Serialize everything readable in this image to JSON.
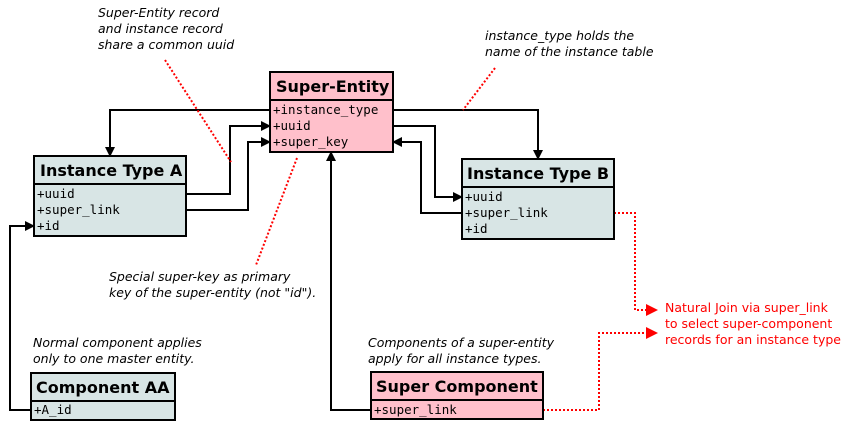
{
  "entities": {
    "super_entity": {
      "title": "Super-Entity",
      "attrs": [
        "+instance_type",
        "+uuid",
        "+super_key"
      ],
      "fill": "#ffc0cb"
    },
    "instance_a": {
      "title": "Instance Type A",
      "attrs": [
        "+uuid",
        "+super_link",
        "+id"
      ],
      "fill": "#d8e5e5"
    },
    "instance_b": {
      "title": "Instance Type B",
      "attrs": [
        "+uuid",
        "+super_link",
        "+id"
      ],
      "fill": "#d8e5e5"
    },
    "component_aa": {
      "title": "Component AA",
      "attrs": [
        "+A_id"
      ],
      "fill": "#d8e5e5"
    },
    "super_component": {
      "title": "Super Component",
      "attrs": [
        "+super_link"
      ],
      "fill": "#ffc0cb"
    }
  },
  "notes": {
    "uuid_note": [
      "Super-Entity record",
      "and instance record",
      "share a common uuid"
    ],
    "instance_type_note": [
      "instance_type holds the",
      "name of the instance table"
    ],
    "super_key_note": [
      "Special super-key as primary",
      "key of the super-entity (not \"id\")."
    ],
    "normal_component_note": [
      "Normal component applies",
      "only to one master entity."
    ],
    "super_component_note": [
      "Components of a super-entity",
      "apply for all instance types."
    ],
    "natural_join_note": [
      "Natural Join via super_link",
      "to select super-component",
      "records for an instance type"
    ]
  },
  "colors": {
    "annotation": "#ff0000",
    "pink": "#ffc0cb",
    "gray": "#d8e5e5"
  }
}
